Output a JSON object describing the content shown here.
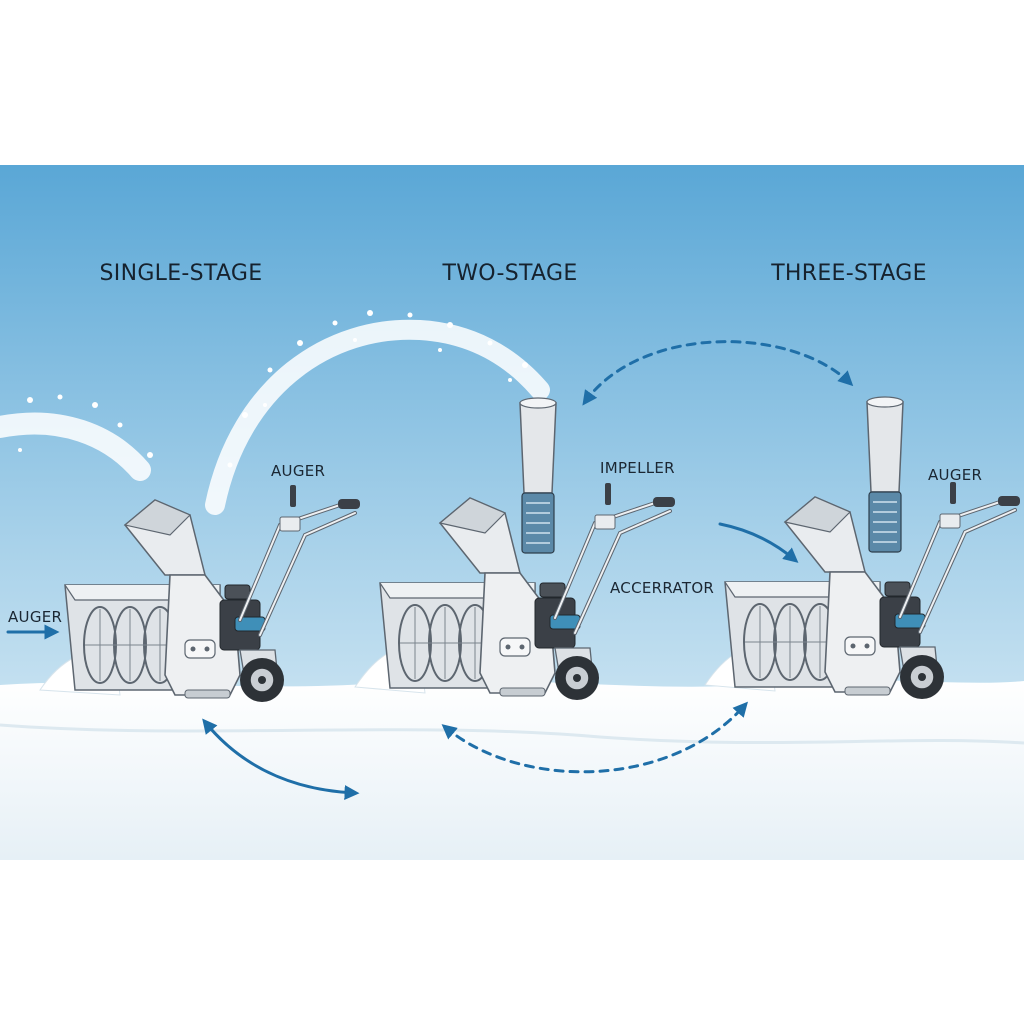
{
  "diagram": {
    "panels": [
      {
        "title": "SINGLE-STAGE",
        "labels": [
          "AUGER",
          "AUGER"
        ]
      },
      {
        "title": "TWO-STAGE",
        "labels": [
          "IMPELLER",
          "ACCERRATOR"
        ]
      },
      {
        "title": "THREE-STAGE",
        "labels": [
          "AUGER"
        ]
      }
    ]
  },
  "colors": {
    "sky_top": "#5aa7d6",
    "sky_bottom": "#e4f1f8",
    "snow": "#f7fbfd",
    "arrow": "#1f6fa8",
    "machine_body": "#e7eaed",
    "motor_accent": "#3f8fb8"
  }
}
